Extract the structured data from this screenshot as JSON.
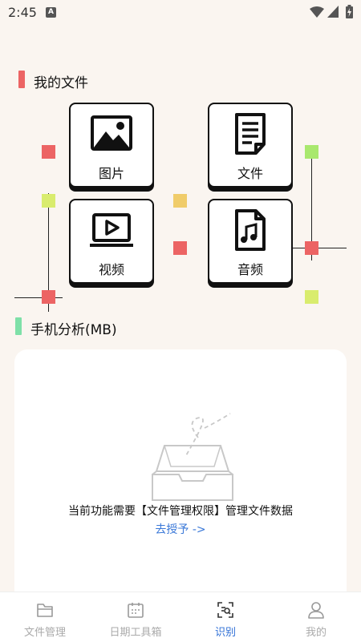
{
  "status_bar": {
    "time": "2:45",
    "notification_letter": "A"
  },
  "files_section": {
    "title": "我的文件"
  },
  "tiles": [
    {
      "label": "图片",
      "icon": "image-icon"
    },
    {
      "label": "文件",
      "icon": "document-icon"
    },
    {
      "label": "视频",
      "icon": "video-icon"
    },
    {
      "label": "音频",
      "icon": "audio-file-icon"
    }
  ],
  "analysis_section": {
    "title": "手机分析(MB)"
  },
  "empty_state": {
    "message": "当前功能需要【文件管理权限】管理文件数据",
    "link": "去授予 ->"
  },
  "bottom_nav": {
    "items": [
      {
        "label": "文件管理",
        "icon": "folder-icon",
        "active": false
      },
      {
        "label": "日期工具箱",
        "icon": "calendar-icon",
        "active": false
      },
      {
        "label": "识别",
        "icon": "scan-icon",
        "active": true
      },
      {
        "label": "我的",
        "icon": "user-icon",
        "active": false
      }
    ]
  },
  "colors": {
    "background": "#faf5f0",
    "accent_red": "#ec6464",
    "accent_green": "#7ee0a8",
    "accent_lime": "#d9ec6e",
    "accent_yellow": "#f0cc6a",
    "link_blue": "#3a78d8",
    "nav_active": "#2f6fd6"
  }
}
